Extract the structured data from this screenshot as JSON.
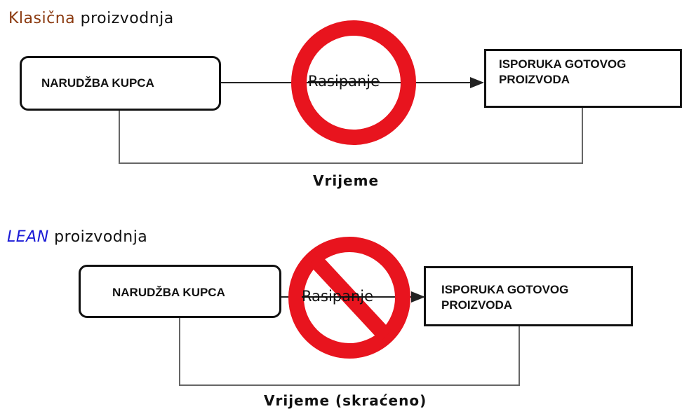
{
  "colors": {
    "classic_accent": "#8b3a10",
    "lean_accent": "#1a1ad6",
    "prohibition_red": "#e8141e",
    "line": "#222222"
  },
  "classic": {
    "heading_accent": "Klasična",
    "heading_rest": " proizvodnja",
    "order_label": "NARUDŽBA KUPCA",
    "delivery_label": "ISPORUKA GOTOVOG\nPROIZVODA",
    "waste_label": "Rasipanje",
    "time_label": "Vrijeme",
    "prohibition_icon": "prohibition-circle-icon"
  },
  "lean": {
    "heading_accent": "LEAN",
    "heading_rest": " proizvodnja",
    "order_label": "NARUDŽBA KUPCA",
    "delivery_label": "ISPORUKA GOTOVOG\nPROIZVODA",
    "waste_label": "Rasipanje",
    "time_label": "Vrijeme (skraćeno)",
    "prohibition_icon": "prohibition-sign-icon"
  }
}
